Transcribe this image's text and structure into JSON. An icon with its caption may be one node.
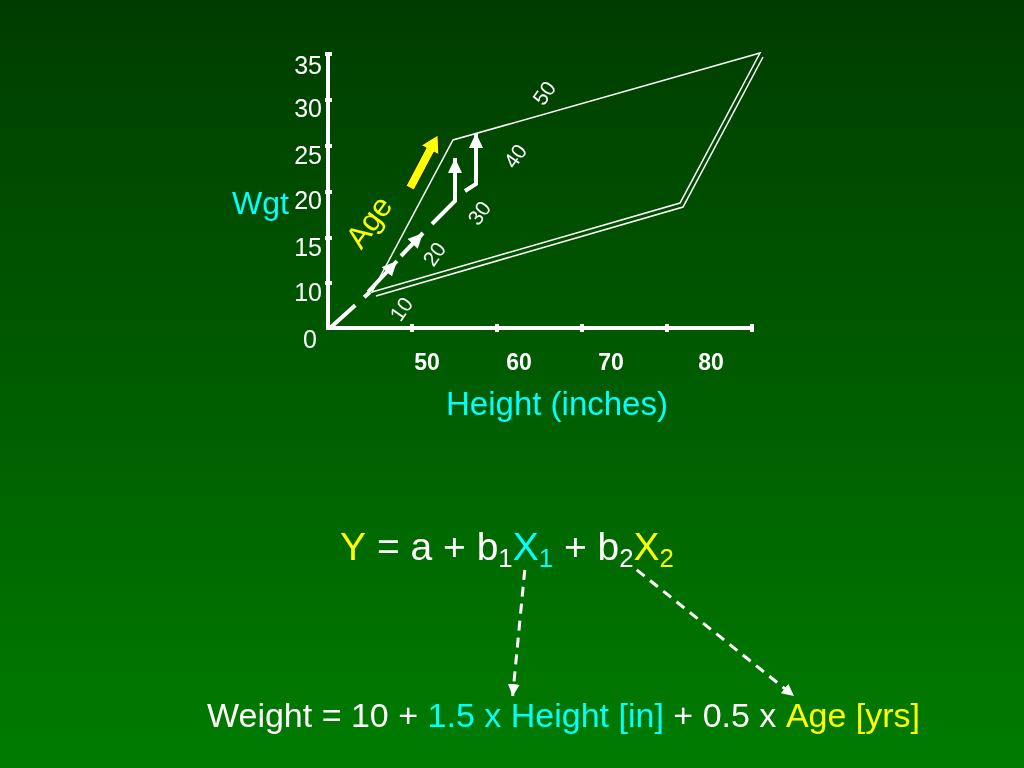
{
  "diagram": {
    "nodes": [
      {
        "text": [
          "X$_{1}$"
        ]
      },
      {
        "text": [
          "X$_{2}$"
        ]
      },
      {
        "text": [
          "1.5 x Height [in]"
        ]
      },
      {
        "text": [
          "Age [yrs]"
        ]
      }
    ],
    "edges": [
      {
        "from": 0,
        "to": 2,
        "arrow": "to",
        "style": "dashed"
      },
      {
        "from": 1,
        "to": 3,
        "arrow": "to",
        "style": "dashed"
      }
    ],
    "labels": [
      "35",
      "50",
      "30",
      "25",
      "40",
      "Wgt",
      "20",
      "30",
      "Age",
      "15",
      "20",
      "10",
      "10",
      "0",
      "50",
      "60",
      "70",
      "80",
      "Height (inches)",
      "Y",
      "= a + b$_{1}$",
      "+ b$_{2}$",
      "Weight = 10 +",
      "+ 0.5 x"
    ]
  }
}
